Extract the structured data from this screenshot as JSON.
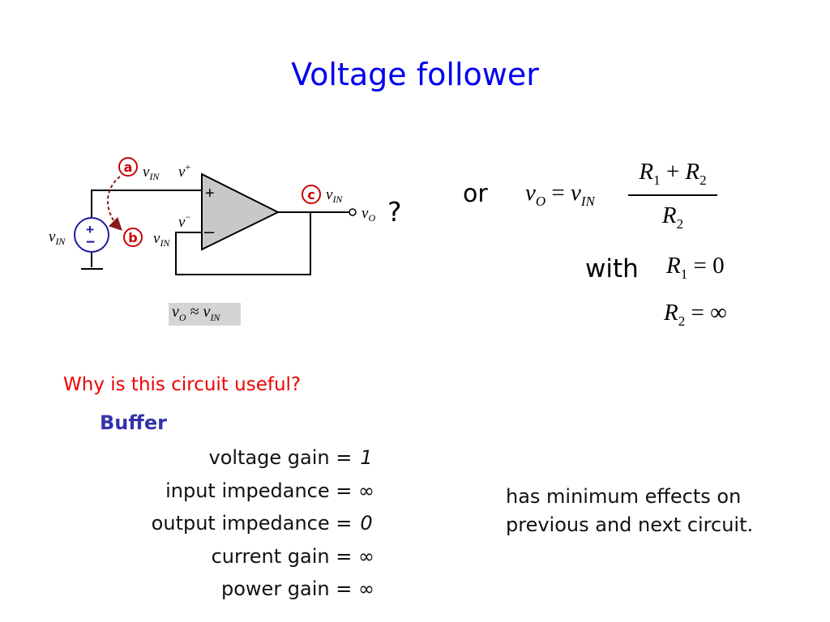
{
  "title": "Voltage follower",
  "circuit": {
    "marker_a": "a",
    "marker_b": "b",
    "marker_c": "c",
    "label_v": "v",
    "sub_IN": "IN",
    "sub_O": "O",
    "sup_plus": "+",
    "sup_minus": "−",
    "opamp_plus": "+",
    "opamp_minus": "–",
    "source_plus": "+",
    "source_minus": "−",
    "question": "?",
    "approx_symbol": "≈"
  },
  "equation": {
    "or_word": "or",
    "equals": "=",
    "plus": "+",
    "R": "R",
    "sub_1": "1",
    "sub_2": "2",
    "with_word": "with",
    "zero": "0",
    "infinity": "∞"
  },
  "question_text": "Why is this circuit useful?",
  "buffer_label": "Buffer",
  "properties": [
    {
      "label": "voltage gain = ",
      "value": "1"
    },
    {
      "label": "input impedance = ",
      "value": "∞"
    },
    {
      "label": "output impedance = ",
      "value": "0"
    },
    {
      "label": "current gain = ",
      "value": "∞"
    },
    {
      "label": "power gain  = ",
      "value": "∞"
    }
  ],
  "note_lines": [
    "has minimum effects on",
    "previous and next circuit."
  ],
  "colors": {
    "title": "#0000ee",
    "question": "#ee0000",
    "buffer": "#3333aa",
    "marker": "#cc0000",
    "opamp_fill": "#c8c8c8",
    "source_stroke": "#1a1a9e"
  }
}
